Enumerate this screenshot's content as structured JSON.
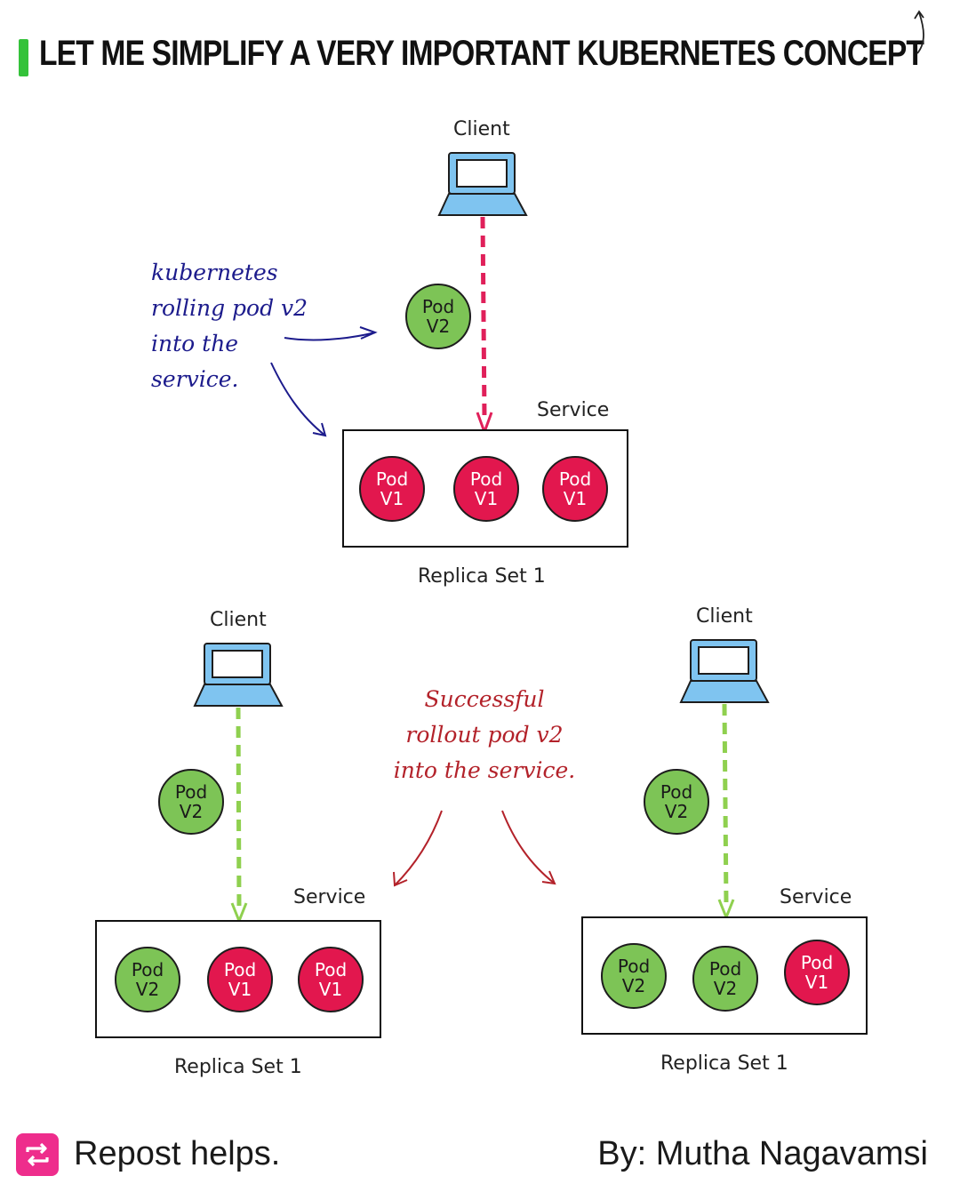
{
  "header": {
    "title": "LET ME SIMPLIFY A VERY IMPORTANT KUBERNETES CONCEPT"
  },
  "top": {
    "client": "Client",
    "service": "Service",
    "replica": "Replica Set 1",
    "incoming_pod": {
      "line1": "Pod",
      "line2": "V2"
    },
    "pods": [
      {
        "line1": "Pod",
        "line2": "V1"
      },
      {
        "line1": "Pod",
        "line2": "V1"
      },
      {
        "line1": "Pod",
        "line2": "V1"
      }
    ]
  },
  "note_rolling": [
    "kubernetes",
    "rolling pod v2",
    "into the",
    "service."
  ],
  "note_success": [
    "Successful",
    "rollout pod v2",
    "into the service."
  ],
  "bottom_left": {
    "client": "Client",
    "service": "Service",
    "replica": "Replica Set 1",
    "incoming_pod": {
      "line1": "Pod",
      "line2": "V2"
    },
    "pods": [
      {
        "line1": "Pod",
        "line2": "V2"
      },
      {
        "line1": "Pod",
        "line2": "V1"
      },
      {
        "line1": "Pod",
        "line2": "V1"
      }
    ]
  },
  "bottom_right": {
    "client": "Client",
    "service": "Service",
    "replica": "Replica Set 1",
    "incoming_pod": {
      "line1": "Pod",
      "line2": "V2"
    },
    "pods": [
      {
        "line1": "Pod",
        "line2": "V2"
      },
      {
        "line1": "Pod",
        "line2": "V2"
      },
      {
        "line1": "Pod",
        "line2": "V1"
      }
    ]
  },
  "footer": {
    "repost": "Repost helps.",
    "author": "By: Mutha Nagavamsi"
  },
  "colors": {
    "pod_v1": "#e2174e",
    "pod_v2": "#7dc456",
    "laptop": "#7fc4f0",
    "accent_green": "#34c23a",
    "arrow_magenta": "#e0205a",
    "arrow_green": "#8fd04f",
    "note_blue": "#1c1b8c",
    "note_red": "#b3222a"
  }
}
